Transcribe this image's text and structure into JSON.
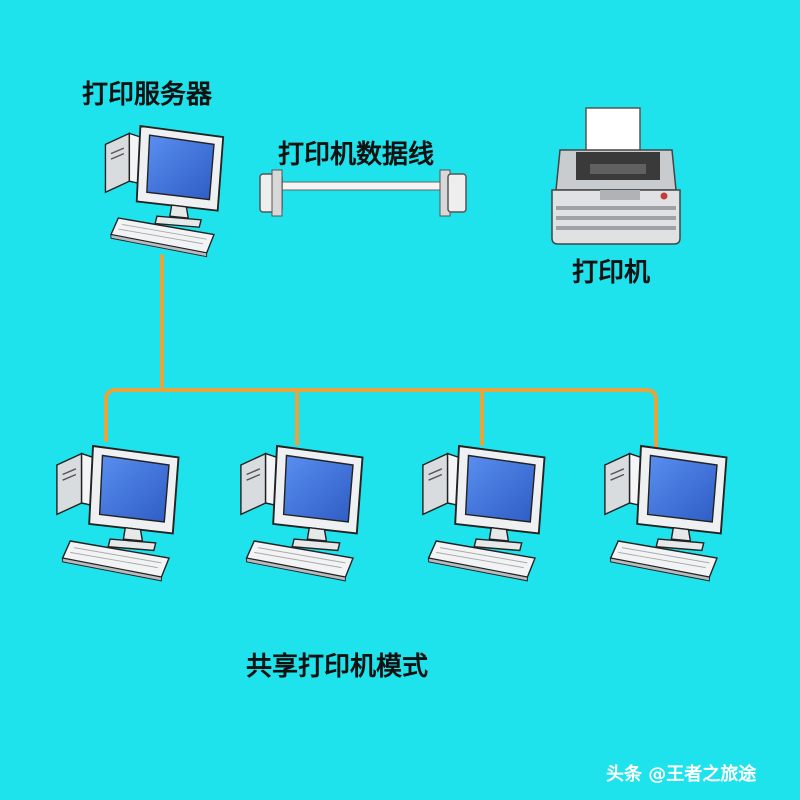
{
  "labels": {
    "server": "打印服务器",
    "cable": "打印机数据线",
    "printer": "打印机",
    "mode": "共享打印机模式"
  },
  "watermark": "头条 @王者之旅途",
  "colors": {
    "background": "#1fe3ec",
    "network_line": "#e8a33a",
    "screen": "#3b6fd6",
    "monitor": "#eef0f2",
    "outline": "#222222"
  },
  "nodes": [
    {
      "id": "print-server",
      "label_ref": "server",
      "icon": "computer-icon"
    },
    {
      "id": "client-1",
      "icon": "computer-icon"
    },
    {
      "id": "client-2",
      "icon": "computer-icon"
    },
    {
      "id": "client-3",
      "icon": "computer-icon"
    },
    {
      "id": "client-4",
      "icon": "computer-icon"
    },
    {
      "id": "printer",
      "label_ref": "printer",
      "icon": "printer-icon"
    },
    {
      "id": "printer-cable",
      "label_ref": "cable",
      "icon": "cable-icon"
    }
  ],
  "edges": [
    {
      "from": "print-server",
      "to": "client-1"
    },
    {
      "from": "print-server",
      "to": "client-2"
    },
    {
      "from": "print-server",
      "to": "client-3"
    },
    {
      "from": "print-server",
      "to": "client-4"
    }
  ]
}
